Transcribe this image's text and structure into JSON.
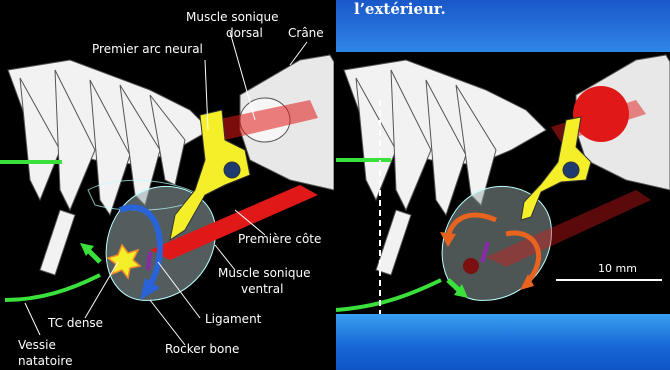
{
  "left_panel": {
    "labels": {
      "muscle_sonique_dorsal_1": "Muscle sonique",
      "muscle_sonique_dorsal_2": "dorsal",
      "crane": "Crâne",
      "premier_arc_neural": "Premier arc neural",
      "premiere_cote": "Première côte",
      "muscle_sonique_ventral_1": "Muscle sonique",
      "muscle_sonique_ventral_2": "ventral",
      "ligament": "Ligament",
      "tc_dense": "TC dense",
      "rocker_bone": "Rocker bone",
      "vessie_1": "Vessie",
      "vessie_2": "natatoire"
    }
  },
  "right_panel": {
    "caption": "l’extérieur.",
    "scale_bar": "10 mm"
  },
  "colors": {
    "bone": "#f2f2f2",
    "yellow": "#f5ef2a",
    "red": "#e01818",
    "green": "#3be13b",
    "blue": "#2a62d8",
    "orange": "#e8641e",
    "slide_blue": "#1f6fd8"
  }
}
